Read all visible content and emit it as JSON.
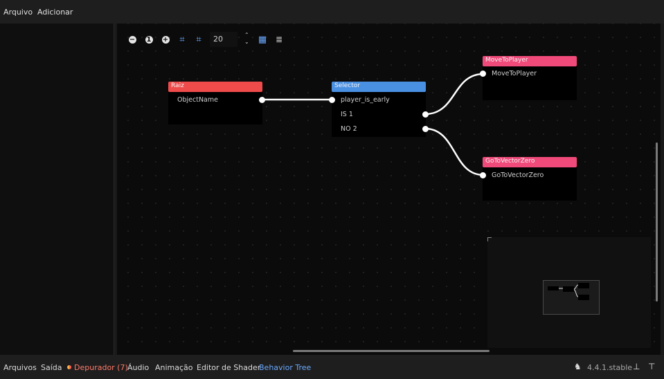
{
  "menubar": {
    "items": [
      "Arquivo",
      "Adicionar"
    ]
  },
  "toolbar": {
    "zoom_out_icon": "zoom-out-icon",
    "zoom_reset_icon": "zoom-reset-icon",
    "zoom_in_icon": "zoom-in-icon",
    "snap_value": "20",
    "accent": "#6aa9ff"
  },
  "nodes": [
    {
      "title": "Raiz",
      "color": "#ef4b4b",
      "ports": [
        {
          "label": "ObjectName"
        }
      ]
    },
    {
      "title": "Selector",
      "color": "#4a90e2",
      "ports": [
        {
          "label": "player_is_early"
        },
        {
          "label": "IS 1"
        },
        {
          "label": "NO 2"
        }
      ]
    },
    {
      "title": "MoveToPlayer",
      "color": "#f04a7a",
      "ports": [
        {
          "label": "MoveToPlayer"
        }
      ]
    },
    {
      "title": "GoToVectorZero",
      "color": "#f04a7a",
      "ports": [
        {
          "label": "GoToVectorZero"
        }
      ]
    }
  ],
  "bottom_tabs": [
    {
      "label": "Arquivos",
      "color": "#dcdcdc"
    },
    {
      "label": "Saída",
      "color": "#dcdcdc"
    },
    {
      "label": "Depurador (7)",
      "color": "#ff7a6a"
    },
    {
      "label": "Áudio",
      "color": "#dcdcdc"
    },
    {
      "label": "Animação",
      "color": "#dcdcdc"
    },
    {
      "label": "Editor de Shader",
      "color": "#dcdcdc"
    },
    {
      "label": "Behavior Tree",
      "color": "#6aa9ff"
    }
  ],
  "status": {
    "version": "4.4.1.stable"
  }
}
